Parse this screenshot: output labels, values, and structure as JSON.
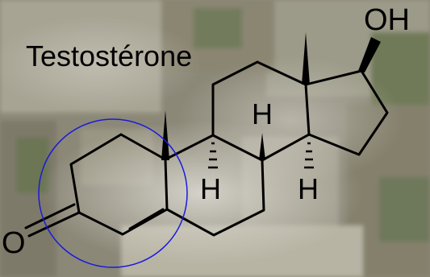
{
  "molecule": {
    "name": "Testostérone",
    "labels": {
      "hydroxyl": "OH",
      "hydrogen_top": "H",
      "hydrogen_left": "H",
      "hydrogen_right": "H",
      "ketone_oxygen": "O"
    }
  },
  "colors": {
    "bond": "#000000",
    "highlight_circle": "#1a1adb",
    "text": "#000000"
  }
}
